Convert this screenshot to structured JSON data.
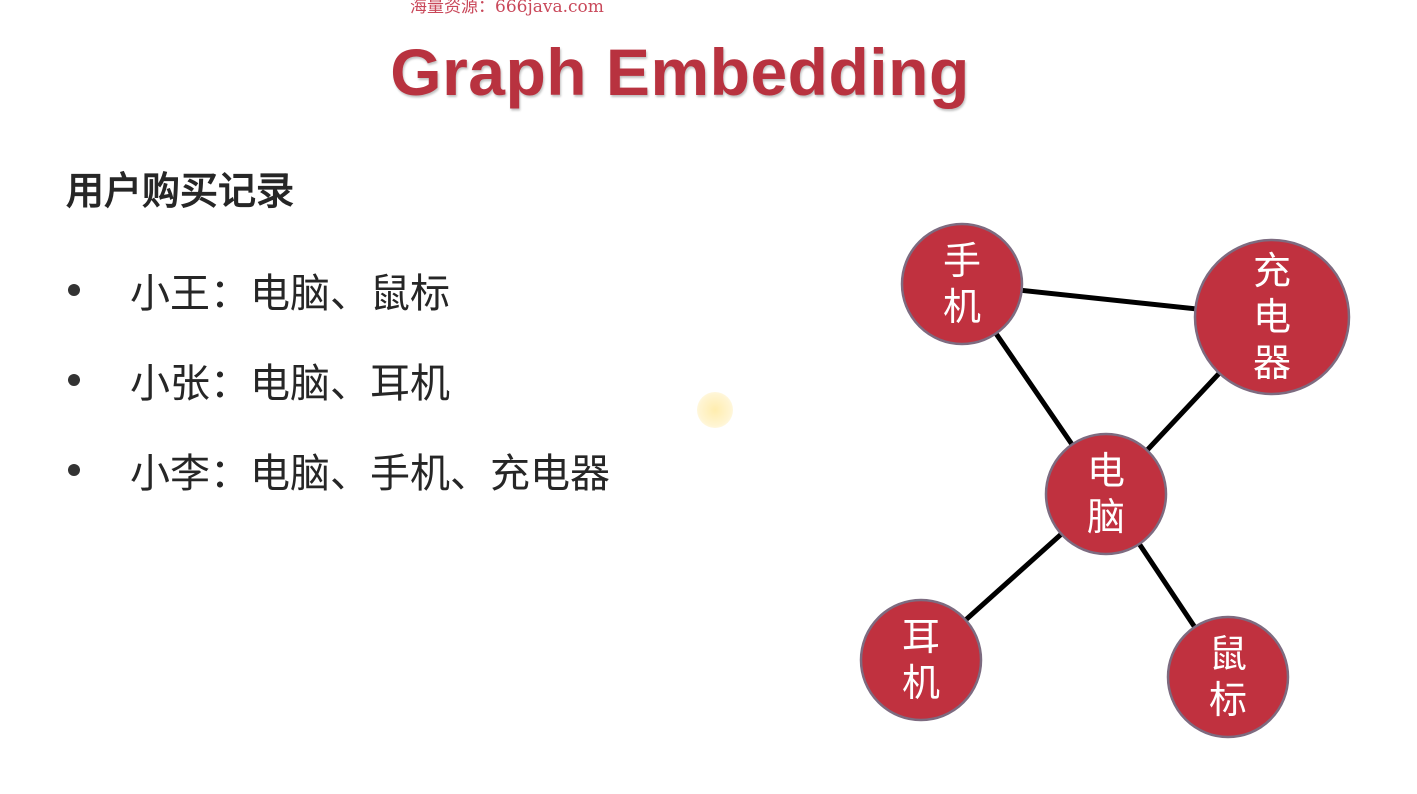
{
  "watermark": "海量资源：666java.com",
  "title": "Graph Embedding",
  "section_heading": "用户购买记录",
  "records": [
    {
      "text": "小王：电脑、鼠标"
    },
    {
      "text": "小张：电脑、耳机"
    },
    {
      "text": "小李：电脑、手机、充电器"
    }
  ],
  "colors": {
    "title": "#b8323f",
    "node_fill": "#c0313f",
    "node_border": "#7d6b80",
    "edge": "#000000",
    "text": "#262626"
  },
  "graph": {
    "nodes": [
      {
        "id": "phone",
        "label_lines": [
          "手",
          "机"
        ]
      },
      {
        "id": "charger",
        "label_lines": [
          "充",
          "电",
          "器"
        ]
      },
      {
        "id": "computer",
        "label_lines": [
          "电",
          "脑"
        ]
      },
      {
        "id": "earphone",
        "label_lines": [
          "耳",
          "机"
        ]
      },
      {
        "id": "mouse",
        "label_lines": [
          "鼠",
          "标"
        ]
      }
    ],
    "edges": [
      {
        "from": "phone",
        "to": "charger"
      },
      {
        "from": "phone",
        "to": "computer"
      },
      {
        "from": "charger",
        "to": "computer"
      },
      {
        "from": "computer",
        "to": "earphone"
      },
      {
        "from": "computer",
        "to": "mouse"
      }
    ]
  }
}
